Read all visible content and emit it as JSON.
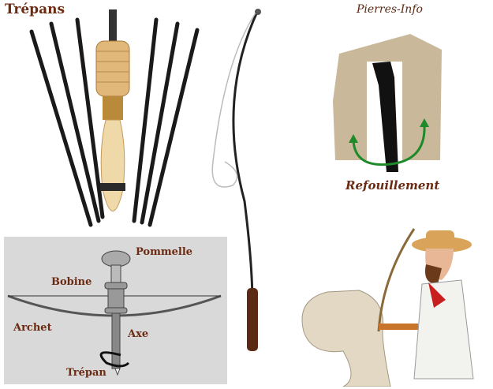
{
  "title": "Trépans",
  "brand": "Pierres-Info",
  "stone_caption": "Refouillement",
  "diagram": {
    "labels": {
      "pommelle": "Pommelle",
      "bobine": "Bobine",
      "archet": "Archet",
      "axe": "Axe",
      "trepan": "Trépan"
    }
  },
  "colors": {
    "label": "#6b2a12",
    "arrow": "#1f8a2a",
    "diagram_bg": "#d9d9d9",
    "stone": "#c9b89a"
  }
}
